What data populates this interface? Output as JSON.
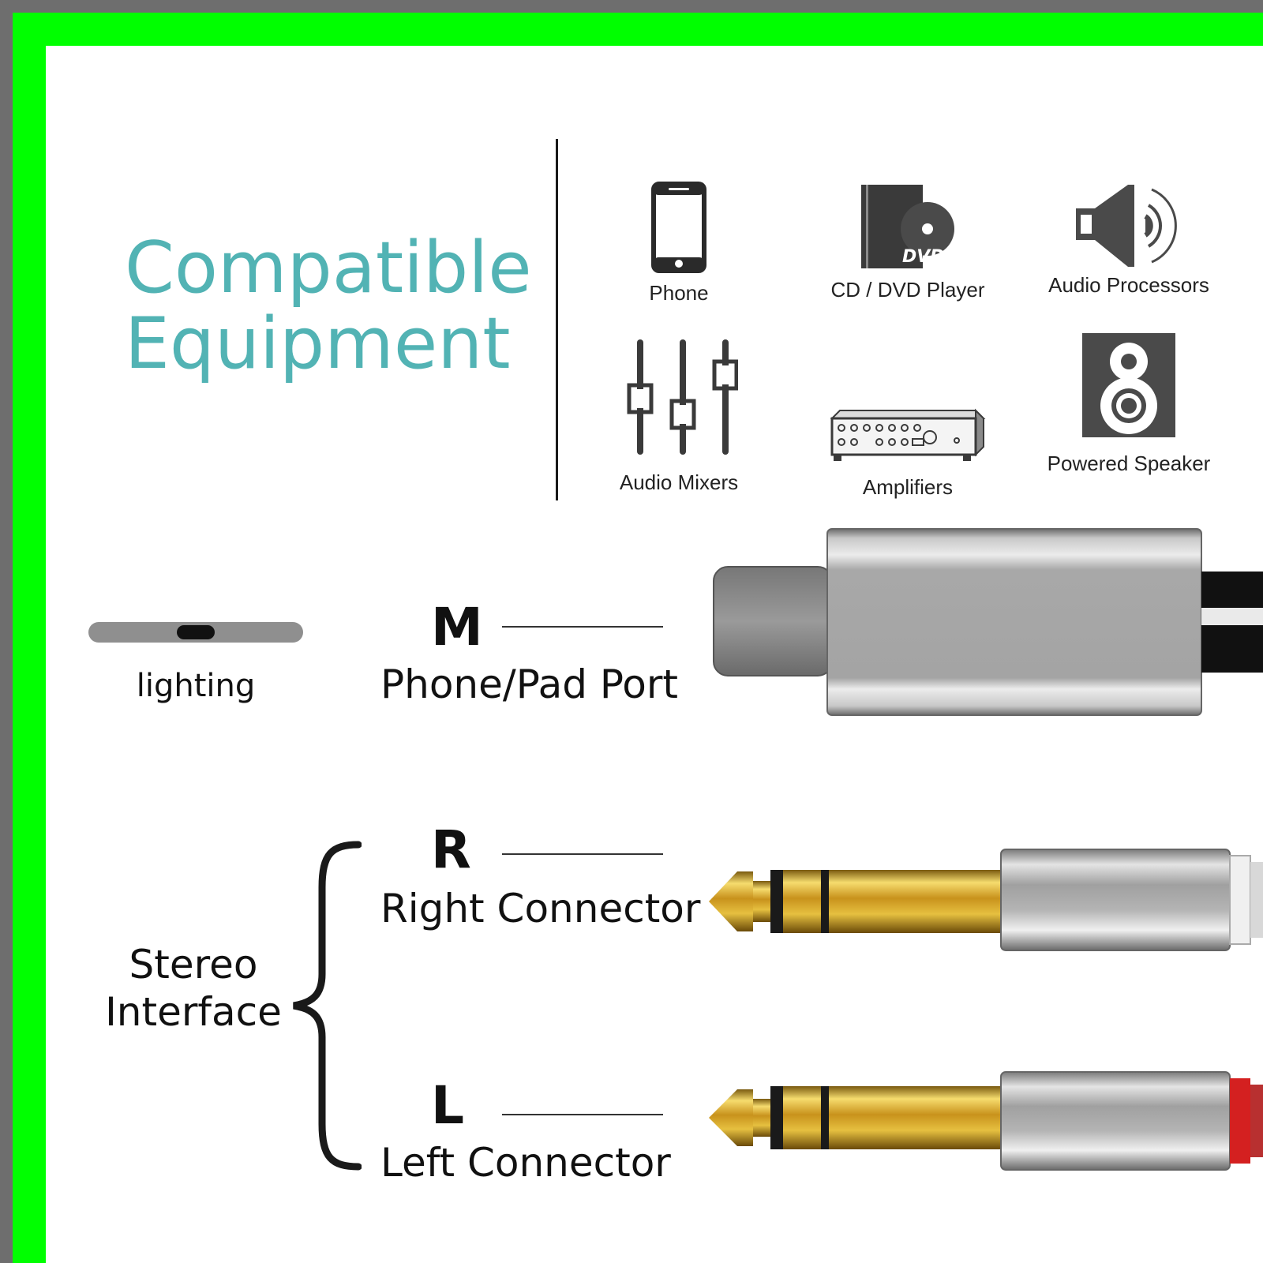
{
  "header": {
    "title_line1": "Compatible",
    "title_line2": "Equipment"
  },
  "devices": [
    {
      "label": "Phone",
      "icon": "phone-icon"
    },
    {
      "label": "CD / DVD Player",
      "icon": "dvd-icon",
      "badge": "DVD"
    },
    {
      "label": "Audio Processors",
      "icon": "speaker-sound-icon"
    },
    {
      "label": "Audio Mixers",
      "icon": "mixer-sliders-icon"
    },
    {
      "label": "Amplifiers",
      "icon": "amplifier-icon"
    },
    {
      "label": "Powered Speaker",
      "icon": "powered-speaker-icon"
    }
  ],
  "connectors": {
    "m": {
      "letter": "M",
      "label": "Phone/Pad Port"
    },
    "r": {
      "letter": "R",
      "label": "Right Connector"
    },
    "l": {
      "letter": "L",
      "label": "Left Connector"
    }
  },
  "side": {
    "lighting_label": "lighting",
    "stereo_line1": "Stereo",
    "stereo_line2": "Interface"
  },
  "colors": {
    "title": "#52b3b4",
    "frame_green": "#00ff00",
    "frame_gray": "#6e6e6e",
    "gold": "#d4a020",
    "silver": "#a8a8a8",
    "red_ring": "#d42020"
  }
}
